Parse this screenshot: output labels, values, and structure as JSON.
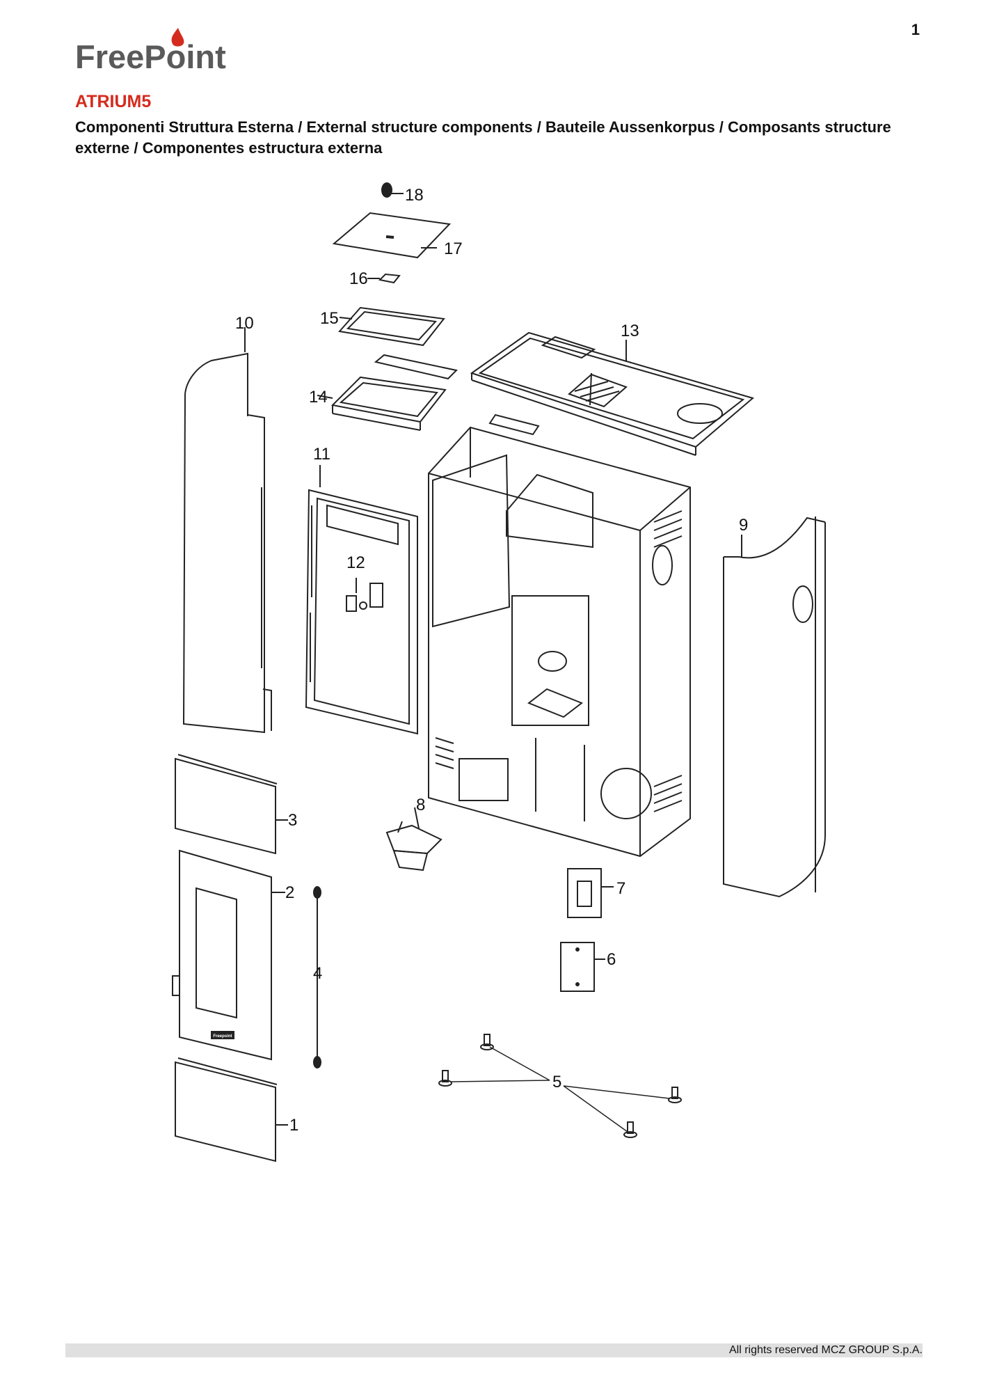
{
  "header": {
    "page_number": "1",
    "brand": "FreePoint",
    "model": "ATRIUM5",
    "subtitle": "Componenti Struttura Esterna / External structure components / Bauteile Aussenkorpus / Composants structure externe / Componentes estructura externa"
  },
  "diagram": {
    "callouts": [
      "18",
      "17",
      "16",
      "15",
      "14",
      "13",
      "10",
      "11",
      "12",
      "9",
      "8",
      "7",
      "6",
      "5",
      "4",
      "3",
      "2",
      "1"
    ],
    "door_badge": "Freepoint"
  },
  "footer": {
    "copyright": "All rights reserved MCZ GROUP S.p.A."
  },
  "colors": {
    "brand_red": "#d52b1e",
    "brand_gray": "#5a5a5a"
  }
}
